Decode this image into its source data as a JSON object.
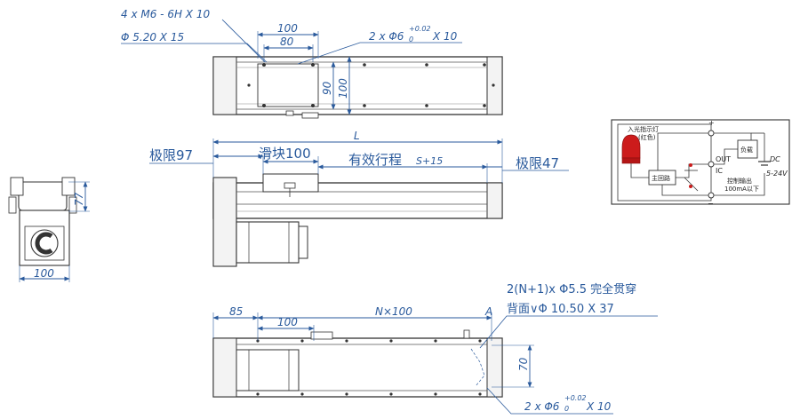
{
  "top_view": {
    "callout_screw": "4 x  M6 - 6H X 10",
    "callout_hole": "Φ 5.20 X 15",
    "callout_pin": "2 x Φ6",
    "callout_pin_tol": "+0.02",
    "callout_pin_tol2": "0",
    "callout_pin_depth": "X 10",
    "dim_100": "100",
    "dim_80": "80",
    "dim_90": "90",
    "dim_100v": "100"
  },
  "side_view": {
    "limit_left": "极限97",
    "slider": "滑块100",
    "length": "L",
    "stroke": "有效行程",
    "stroke_expr": "S+15",
    "limit_right": "极限47"
  },
  "end_view": {
    "dim_77": "77",
    "dim_100": "100"
  },
  "bottom_view": {
    "dim_85": "85",
    "dim_100": "100",
    "dim_n100": "N×100",
    "label_a": "A",
    "callout_through": "2(N+1)x Φ5.5 完全贯穿",
    "callout_back": "背面∨Φ 10.50 X 37",
    "dim_70": "70",
    "callout_pin": "2 x Φ6",
    "callout_pin_tol": "+0.02",
    "callout_pin_tol2": "0",
    "callout_pin_depth": "X 10"
  },
  "circuit": {
    "lamp_label_1": "入光指示灯",
    "lamp_label_2": "(红色)",
    "main_circuit": "主回路",
    "load": "负载",
    "out": "OUT",
    "ic": "IC",
    "dc": "DC",
    "voltage": "5-24V",
    "output_1": "控制输出",
    "output_2": "100mA以下"
  },
  "colors": {
    "dimension": "#2a5a9c",
    "outline": "#333333",
    "lamp": "#cc1b1b"
  }
}
